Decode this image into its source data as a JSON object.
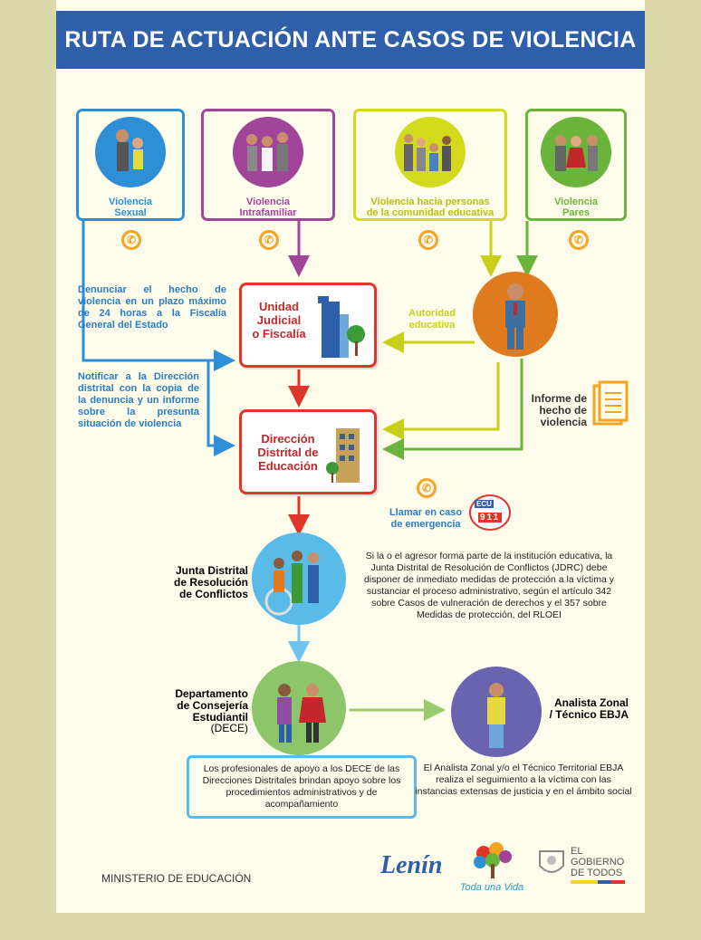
{
  "header": {
    "title": "RUTA DE ACTUACIÓN ANTE CASOS DE VIOLENCIA"
  },
  "violence_types": [
    {
      "label": "Violencia\nSexual",
      "color": "#2f8fd6"
    },
    {
      "label": "Violencia\nIntrafamiliar",
      "color": "#a2449a"
    },
    {
      "label": "Violencia hacia personas\nde la comunidad educativa",
      "color": "#d3d91c"
    },
    {
      "label": "Violencia\nPares",
      "color": "#6bb43b"
    }
  ],
  "phone_glyph": "✆",
  "unidad_judicial": "Unidad\nJudicial\no Fiscalía",
  "direccion_distrital": "Dirección\nDistrital de\nEducación",
  "autoridad": "Autoridad\neducativa",
  "informe": "Informe de\nhecho de\nviolencia",
  "denunciar": "Denunciar el hecho de violencia en un plazo máximo de 24 horas a la Fiscalía General del Estado",
  "notificar": "Notificar a la Dirección distrital con la copia de la denuncia y un informe sobre la presunta situación de violencia",
  "llamar": "Llamar en caso\nde emergencia",
  "ecu": {
    "top": "ECU",
    "bottom": "911"
  },
  "jdrc": {
    "title": "Junta Distrital\nde Resolución\nde Conflictos",
    "desc": "Si la o el agresor forma parte de la institución educativa, la Junta Distrital de Resolución de Conflictos (JDRC) debe disponer de inmediato medidas de protección a la víctima y sustanciar el proceso administrativo, según el artículo 342 sobre Casos de vulneración de derechos y el 357 sobre Medidas de protección, del RLOEI"
  },
  "dece": {
    "title": "Departamento\nde Consejería\nEstudiantil",
    "sub": "(DECE)",
    "desc": "Los profesionales de apoyo a los DECE de las Direcciones Distritales brindan apoyo sobre los procedimientos administrativos y de acompañamiento"
  },
  "analista": {
    "title": "Analista Zonal\n/ Técnico EBJA",
    "desc": "El Analista Zonal y/o el Técnico Territorial EBJA realiza el seguimiento a la víctima con las instancias extensas de justicia y en el ámbito social"
  },
  "footer": {
    "ministry": "MINISTERIO DE EDUCACIÓN",
    "signature": "Lenín",
    "toda": "Toda una Vida",
    "gobierno": "EL\nGOBIERNO\nDE TODOS"
  }
}
